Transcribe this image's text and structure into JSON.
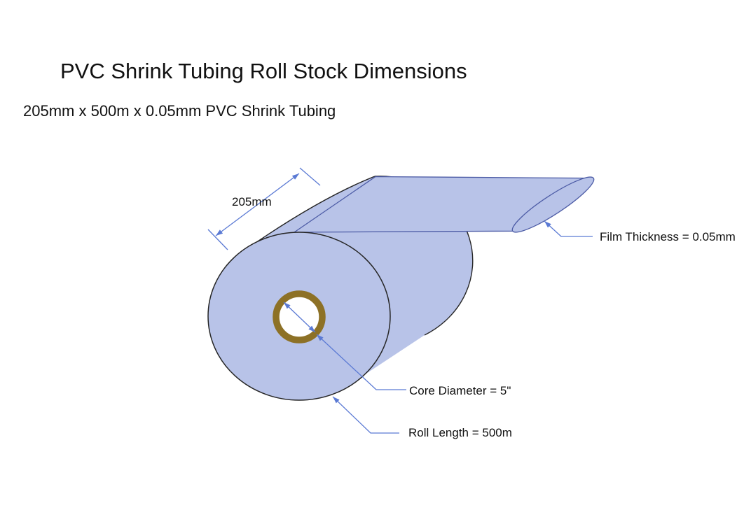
{
  "page": {
    "title": "PVC Shrink Tubing Roll Stock Dimensions",
    "subtitle": "205mm x 500m x 0.05mm PVC Shrink Tubing"
  },
  "diagram": {
    "type": "technical-illustration",
    "subject": "pvc-shrink-tubing-roll",
    "labels": {
      "width": "205mm",
      "film_thickness": "Film Thickness = 0.05mm",
      "core_diameter": "Core Diameter = 5\"",
      "roll_length": "Roll Length = 500m"
    },
    "colors": {
      "film_fill": "#b8c3e8",
      "film_outline": "#4d5ca6",
      "roll_outline": "#262626",
      "core_ring": "#8d7126",
      "core_hole": "#ffffff",
      "annotation_blue": "#5b7ad4",
      "text": "#111111",
      "background": "#ffffff"
    }
  }
}
